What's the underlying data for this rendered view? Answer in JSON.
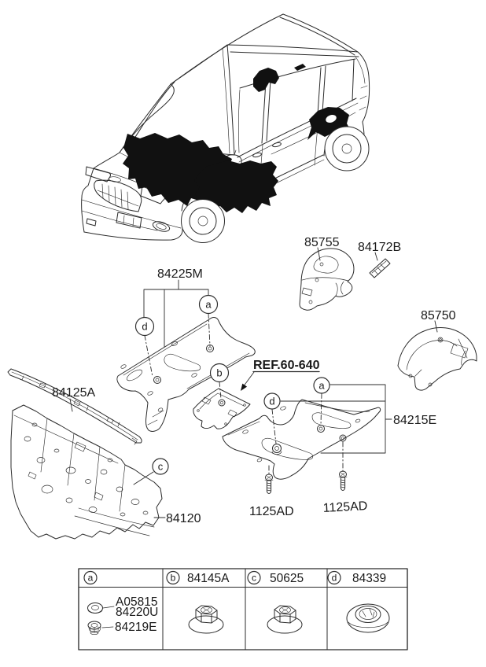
{
  "colors": {
    "ink": "#2b2b2b",
    "text": "#1a1a1a",
    "bg": "#ffffff",
    "pad_fill": "#111111"
  },
  "labels": {
    "p85755": "85755",
    "p84172B": "84172B",
    "p84225M": "84225M",
    "p85750": "85750",
    "ref60": "REF.60-640",
    "p84125A": "84125A",
    "p84215E": "84215E",
    "p84120": "84120",
    "bolt_left": "1125AD",
    "bolt_right": "1125AD"
  },
  "callouts": {
    "a": "a",
    "b": "b",
    "c": "c",
    "d": "d"
  },
  "legend": {
    "headers": [
      {
        "letter": "a",
        "part": ""
      },
      {
        "letter": "b",
        "part": "84145A"
      },
      {
        "letter": "c",
        "part": "50625"
      },
      {
        "letter": "d",
        "part": "84339"
      }
    ],
    "cell_a": {
      "line1": "A05815",
      "line2": "84220U",
      "line3": "84219E"
    },
    "icons": {
      "a1": "washer-grommet-icon",
      "a2": "push-clip-grommet-icon",
      "b": "plastic-nut-icon",
      "c": "plastic-nut-icon",
      "d": "round-grommet-icon"
    }
  }
}
